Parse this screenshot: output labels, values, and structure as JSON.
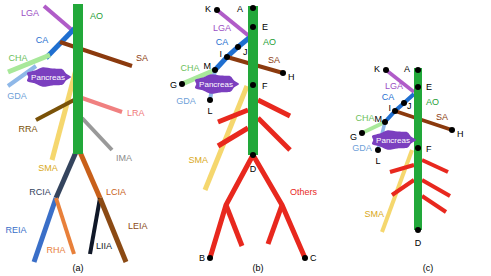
{
  "diagram": {
    "nodes": [
      {
        "text": [
          "Pancreas"
        ]
      },
      {
        "text": [
          "Pancreas"
        ]
      },
      {
        "text": [
          "Pancreas"
        ]
      }
    ],
    "labels": [
      "LGA",
      "AO",
      "CA",
      "CHA",
      "SA",
      "GDA",
      "LRA",
      "RRA",
      "SMA",
      "IMA",
      "RCIA",
      "LCIA",
      "REIA",
      "RHA",
      "LIIA",
      "LEIA",
      "(a)",
      "K",
      "A",
      "E",
      "LGA",
      "AO",
      "CA",
      "J",
      "I",
      "M",
      "CHA",
      "G",
      "SA",
      "H",
      "GDA",
      "L",
      "F",
      "SMA",
      "D",
      "Others",
      "B",
      "C",
      "(b)",
      "K",
      "A",
      "E",
      "LGA",
      "AO",
      "CA",
      "J",
      "I",
      "M",
      "CHA",
      "G",
      "SA",
      "H",
      "GDA",
      "L",
      "F",
      "SMA",
      "D",
      "(c)"
    ]
  }
}
